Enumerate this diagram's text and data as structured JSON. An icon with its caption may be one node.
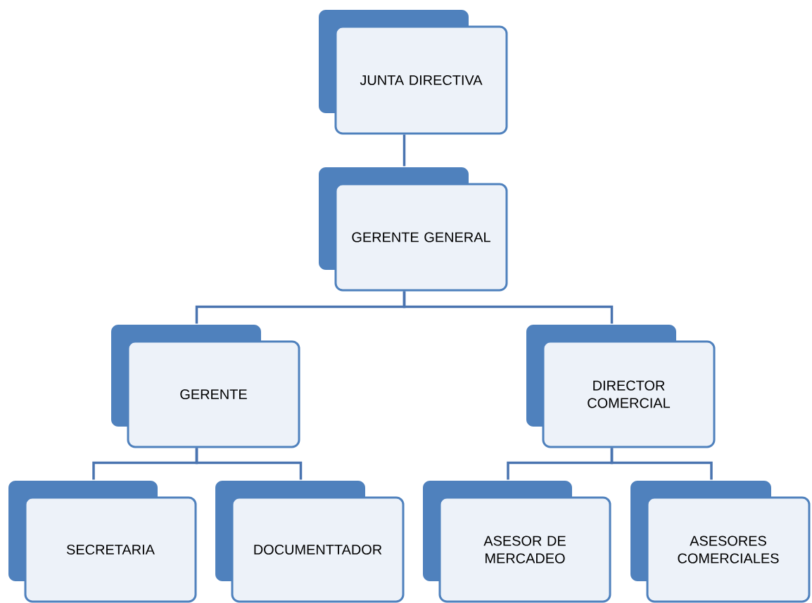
{
  "diagram": {
    "nodes": [
      {
        "text": [
          "JUNTA DIRECTIVA"
        ]
      },
      {
        "text": [
          "GERENTE GENERAL"
        ]
      },
      {
        "text": [
          "GERENTE"
        ]
      },
      {
        "text": [
          "DIRECTOR COMERCIAL"
        ]
      },
      {
        "text": [
          "SECRETARIA"
        ]
      },
      {
        "text": [
          "DOCUMENTTADOR"
        ]
      },
      {
        "text": [
          "ASESOR DE MERCADEO"
        ]
      },
      {
        "text": [
          "ASESORES COMERCIALES"
        ]
      }
    ],
    "edges": [
      {
        "from": 0,
        "to": 1,
        "arrow": "none"
      },
      {
        "from": 1,
        "to": 2,
        "arrow": "none"
      },
      {
        "from": 1,
        "to": 3,
        "arrow": "none"
      },
      {
        "from": 2,
        "to": 4,
        "arrow": "none"
      },
      {
        "from": 2,
        "to": 5,
        "arrow": "none"
      },
      {
        "from": 3,
        "to": 6,
        "arrow": "none"
      },
      {
        "from": 3,
        "to": 7,
        "arrow": "none"
      }
    ]
  }
}
